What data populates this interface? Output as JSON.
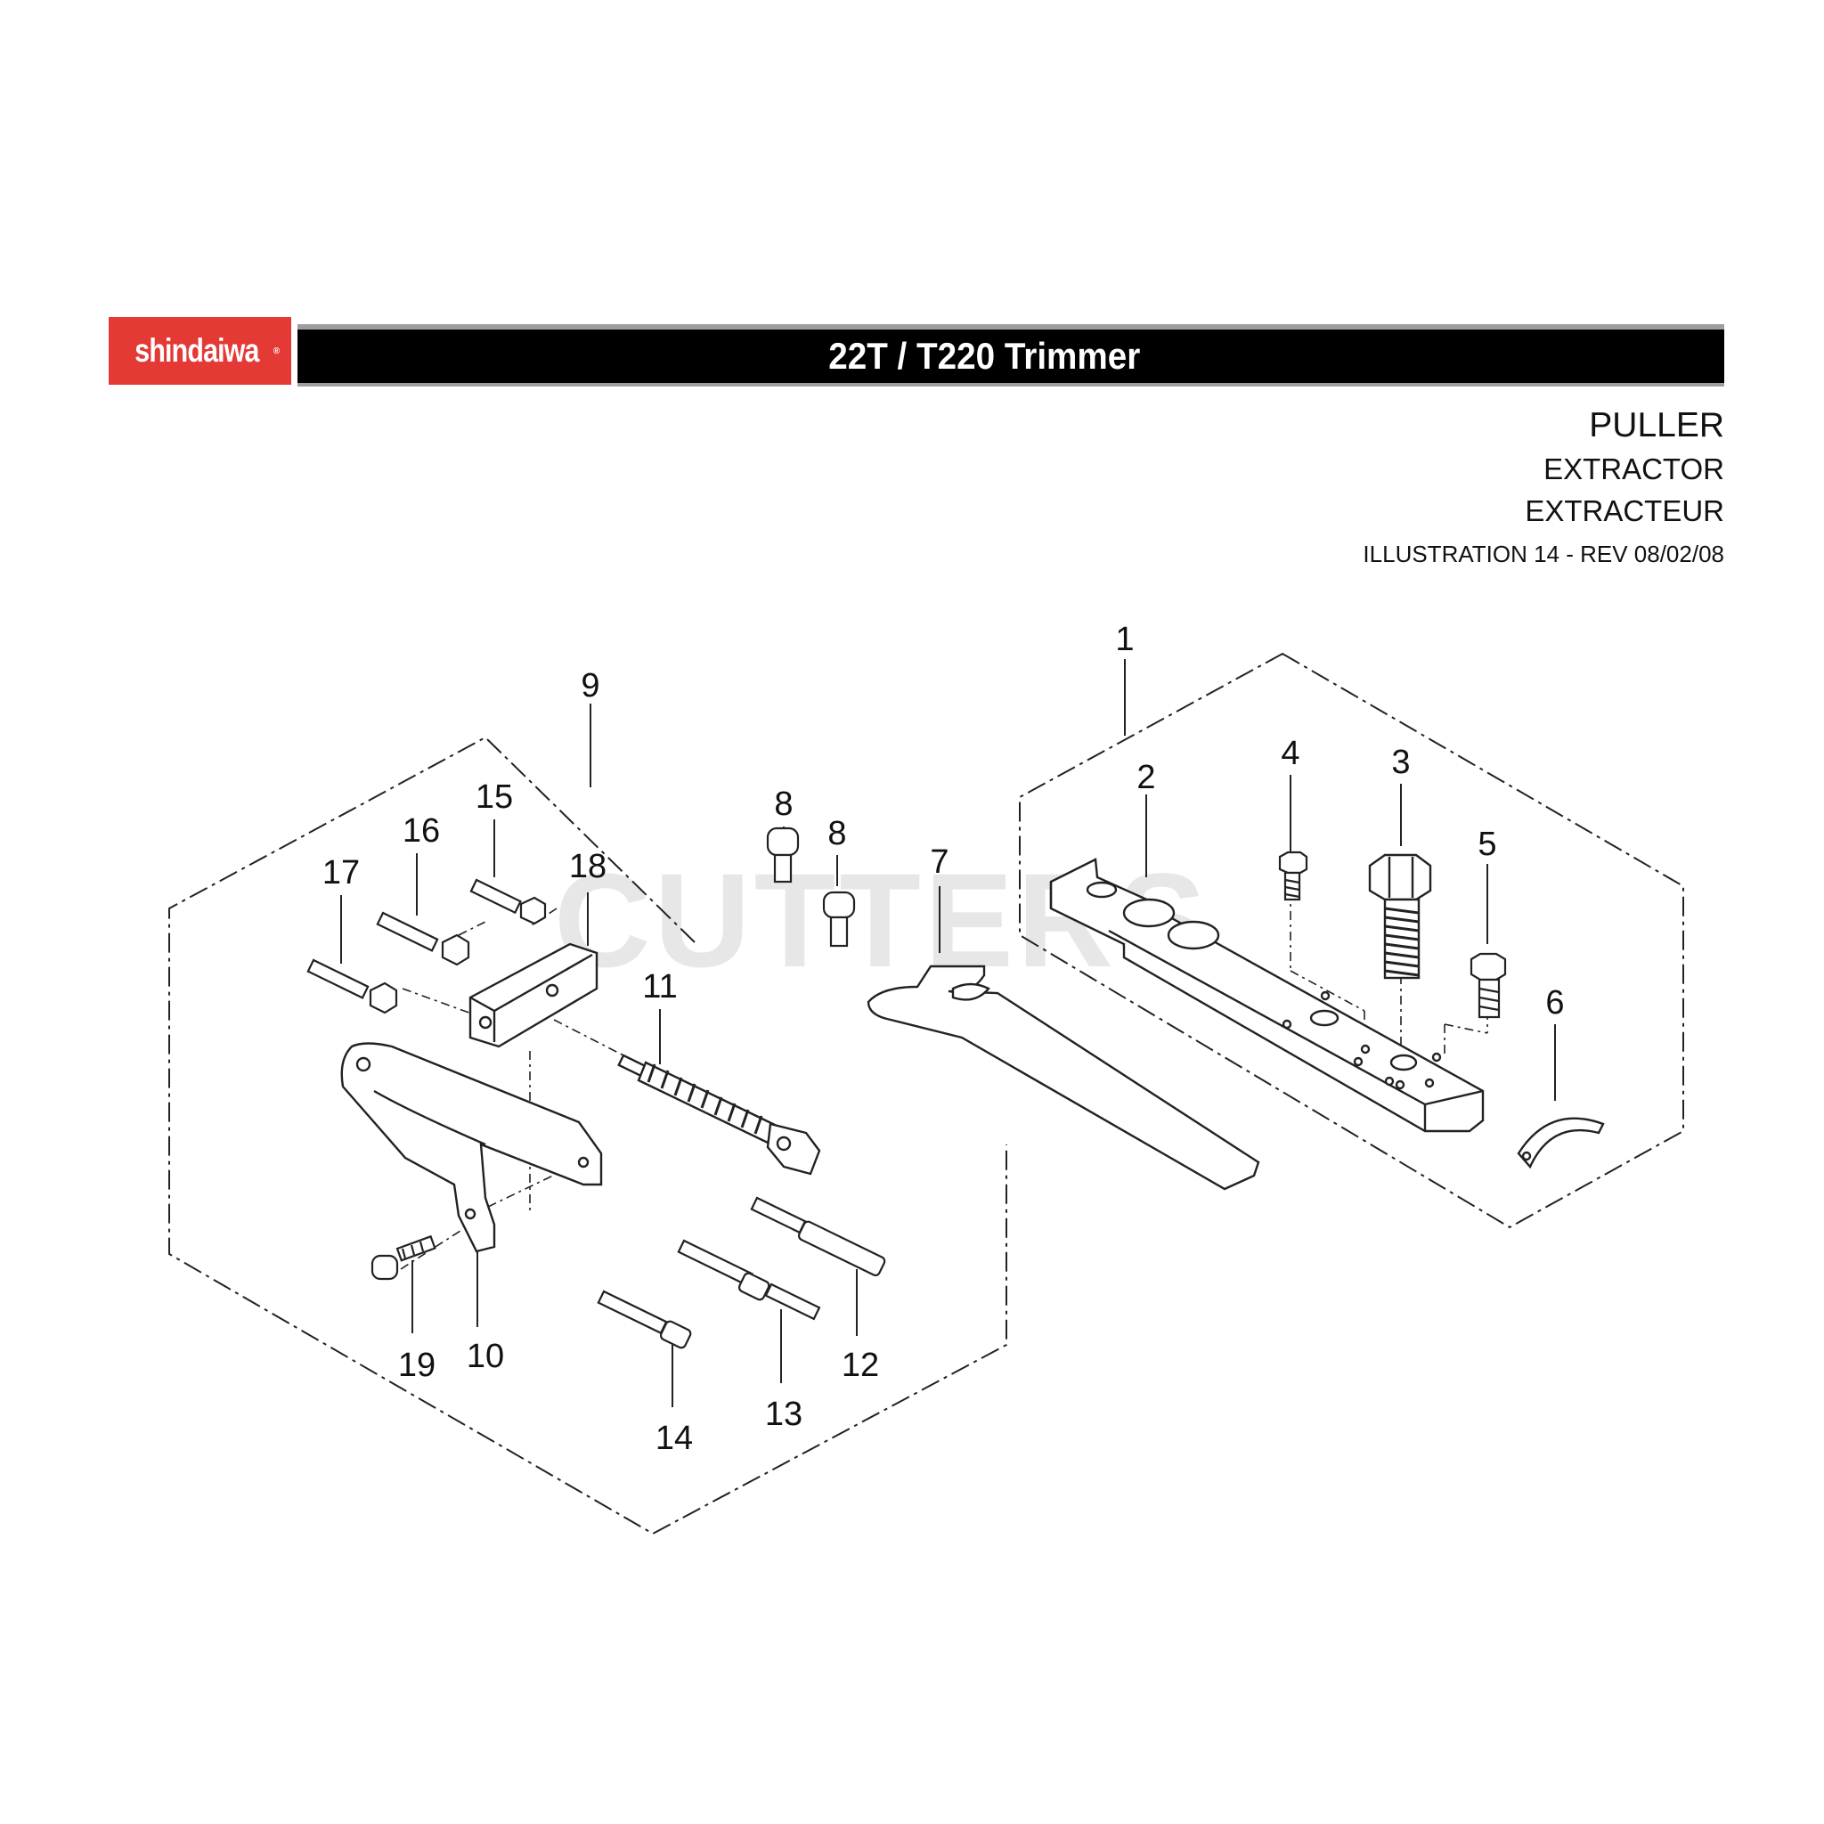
{
  "header": {
    "brand": "shindaiwa",
    "title": "22T / T220 Trimmer"
  },
  "subtitle": {
    "en": "PULLER",
    "es": "EXTRACTOR",
    "fr": "EXTRACTEUR",
    "illustration": "ILLUSTRATION 14 - REV 08/02/08"
  },
  "watermark": "CUTTERS",
  "callouts": {
    "c1": "1",
    "c2": "2",
    "c3": "3",
    "c4": "4",
    "c5": "5",
    "c6": "6",
    "c7": "7",
    "c8a": "8",
    "c8b": "8",
    "c9": "9",
    "c10": "10",
    "c11": "11",
    "c12": "12",
    "c13": "13",
    "c14": "14",
    "c15": "15",
    "c16": "16",
    "c17": "17",
    "c18": "18",
    "c19": "19"
  },
  "colors": {
    "brand_red": "#e53935",
    "bar": "#000000",
    "bar_trim": "#9e9e9e"
  }
}
